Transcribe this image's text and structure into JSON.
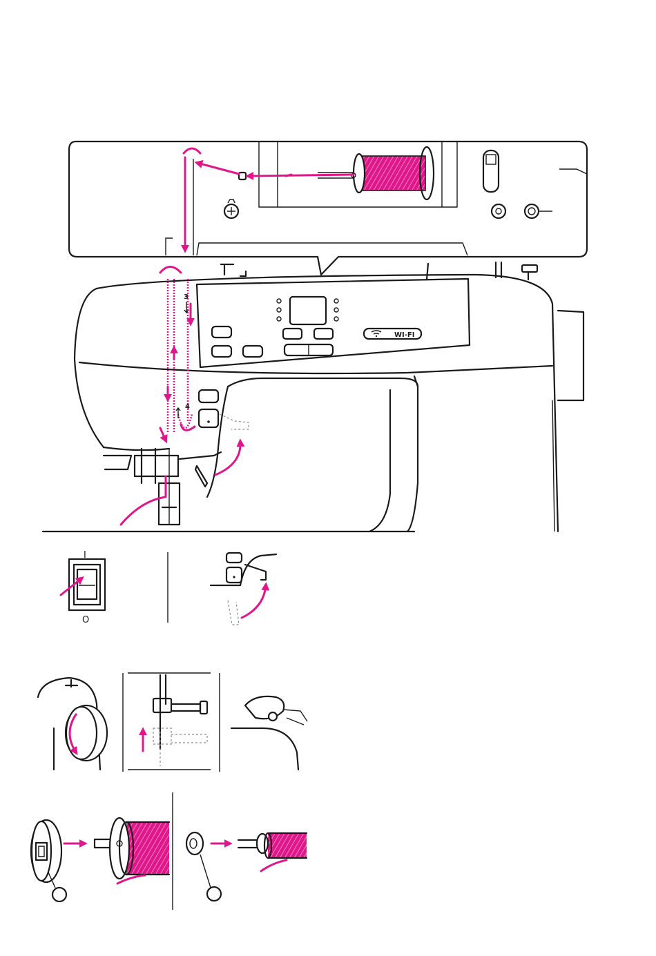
{
  "colors": {
    "thread": "#e0178b",
    "line": "#1a1a1a"
  },
  "machine": {
    "step3": "3",
    "step4": "4",
    "wifi": "WI-FI"
  },
  "power_switch": {
    "on": "I",
    "off": "O"
  },
  "icons": [
    "spool-pin-icon",
    "thread-guide-icon",
    "power-switch-icon",
    "presser-foot-lever-icon",
    "handwheel-icon",
    "needle-up-icon",
    "thread-cutter-icon",
    "spool-cap-icon"
  ]
}
